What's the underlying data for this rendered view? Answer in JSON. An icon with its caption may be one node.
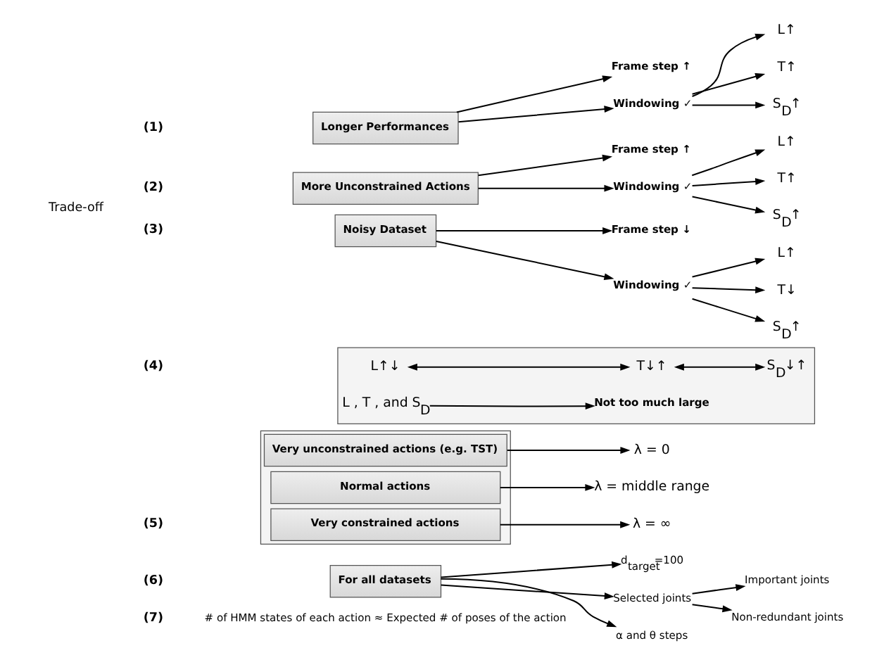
{
  "diagram": {
    "nodes": [
      {
        "text": [
          "Longer Performances"
        ]
      },
      {
        "text": [
          "Frame step ↑"
        ]
      },
      {
        "text": [
          "Windowing ✓"
        ]
      },
      {
        "text": [
          "L↑"
        ]
      },
      {
        "text": [
          "T↑"
        ]
      },
      {
        "text": [
          "S$_{D}$↑"
        ]
      },
      {
        "text": [
          "More Unconstrained Actions"
        ]
      },
      {
        "text": [
          "Frame step ↑"
        ]
      },
      {
        "text": [
          "Windowing ✓"
        ]
      },
      {
        "text": [
          "L↑"
        ]
      },
      {
        "text": [
          "T↑"
        ]
      },
      {
        "text": [
          "S$_{D}$↑"
        ]
      },
      {
        "text": [
          "Noisy Dataset"
        ]
      },
      {
        "text": [
          "Frame step ↓"
        ]
      },
      {
        "text": [
          "Windowing ✓"
        ]
      },
      {
        "text": [
          "L↑"
        ]
      },
      {
        "text": [
          "T↓"
        ]
      },
      {
        "text": [
          "S$_{D}$↑"
        ]
      },
      {
        "text": [],
        "shape": "box"
      },
      {
        "text": [
          "L↑↓"
        ],
        "in": 18
      },
      {
        "text": [
          "T↓↑"
        ],
        "in": 18
      },
      {
        "text": [
          "S$_{D}$↓↑"
        ],
        "in": 18
      },
      {
        "text": [
          "L , T , and S$_{D}$"
        ],
        "in": 18
      },
      {
        "text": [
          "Not too much large"
        ],
        "in": 18
      },
      {
        "text": [],
        "shape": "box"
      },
      {
        "text": [
          "Very constrained actions"
        ],
        "in": 24
      },
      {
        "text": [
          "Normal actions"
        ],
        "in": 24
      },
      {
        "text": [
          "Very unconstrained actions (e.g. TST)"
        ],
        "in": 24
      },
      {
        "text": [
          "λ = ∞"
        ]
      },
      {
        "text": [
          "λ = middle range"
        ]
      },
      {
        "text": [
          "λ = 0"
        ]
      },
      {
        "text": [
          "For all datasets"
        ]
      },
      {
        "text": [
          "d$_{target}$=100"
        ]
      },
      {
        "text": [
          "Selected joints"
        ]
      },
      {
        "text": [
          "α and θ steps"
        ]
      },
      {
        "text": [
          "Important joints"
        ]
      },
      {
        "text": [
          "Non-redundant joints"
        ]
      }
    ],
    "edges": [
      {
        "from": 0,
        "to": 1,
        "arrow": "to"
      },
      {
        "from": 0,
        "to": 2,
        "arrow": "to"
      },
      {
        "from": 2,
        "to": 3,
        "arrow": "to"
      },
      {
        "from": 2,
        "to": 4,
        "arrow": "to"
      },
      {
        "from": 2,
        "to": 5,
        "arrow": "to"
      },
      {
        "from": 6,
        "to": 7,
        "arrow": "to"
      },
      {
        "from": 6,
        "to": 8,
        "arrow": "to"
      },
      {
        "from": 8,
        "to": 9,
        "arrow": "to"
      },
      {
        "from": 8,
        "to": 10,
        "arrow": "to"
      },
      {
        "from": 8,
        "to": 11,
        "arrow": "to"
      },
      {
        "from": 12,
        "to": 13,
        "arrow": "to"
      },
      {
        "from": 12,
        "to": 14,
        "arrow": "to"
      },
      {
        "from": 14,
        "to": 15,
        "arrow": "to"
      },
      {
        "from": 14,
        "to": 16,
        "arrow": "to"
      },
      {
        "from": 14,
        "to": 17,
        "arrow": "to"
      },
      {
        "from": 19,
        "to": 20,
        "arrow": "both"
      },
      {
        "from": 20,
        "to": 21,
        "arrow": "both"
      },
      {
        "from": 22,
        "to": 23,
        "arrow": "to"
      },
      {
        "from": 25,
        "to": 28,
        "arrow": "to"
      },
      {
        "from": 26,
        "to": 29,
        "arrow": "to"
      },
      {
        "from": 27,
        "to": 30,
        "arrow": "to"
      },
      {
        "from": 31,
        "to": 32,
        "arrow": "to"
      },
      {
        "from": 31,
        "to": 33,
        "arrow": "to"
      },
      {
        "from": 31,
        "to": 34,
        "arrow": "to"
      },
      {
        "from": 33,
        "to": 35,
        "arrow": "to"
      },
      {
        "from": 33,
        "to": 36,
        "arrow": "to"
      }
    ],
    "labels": [
      "(1)",
      "(2)",
      "(3)",
      "(4)",
      "(5)",
      "(6)",
      "(7)",
      "Trade-off",
      "# of HMM states of each action ≈ Expected # of poses of the action"
    ]
  }
}
